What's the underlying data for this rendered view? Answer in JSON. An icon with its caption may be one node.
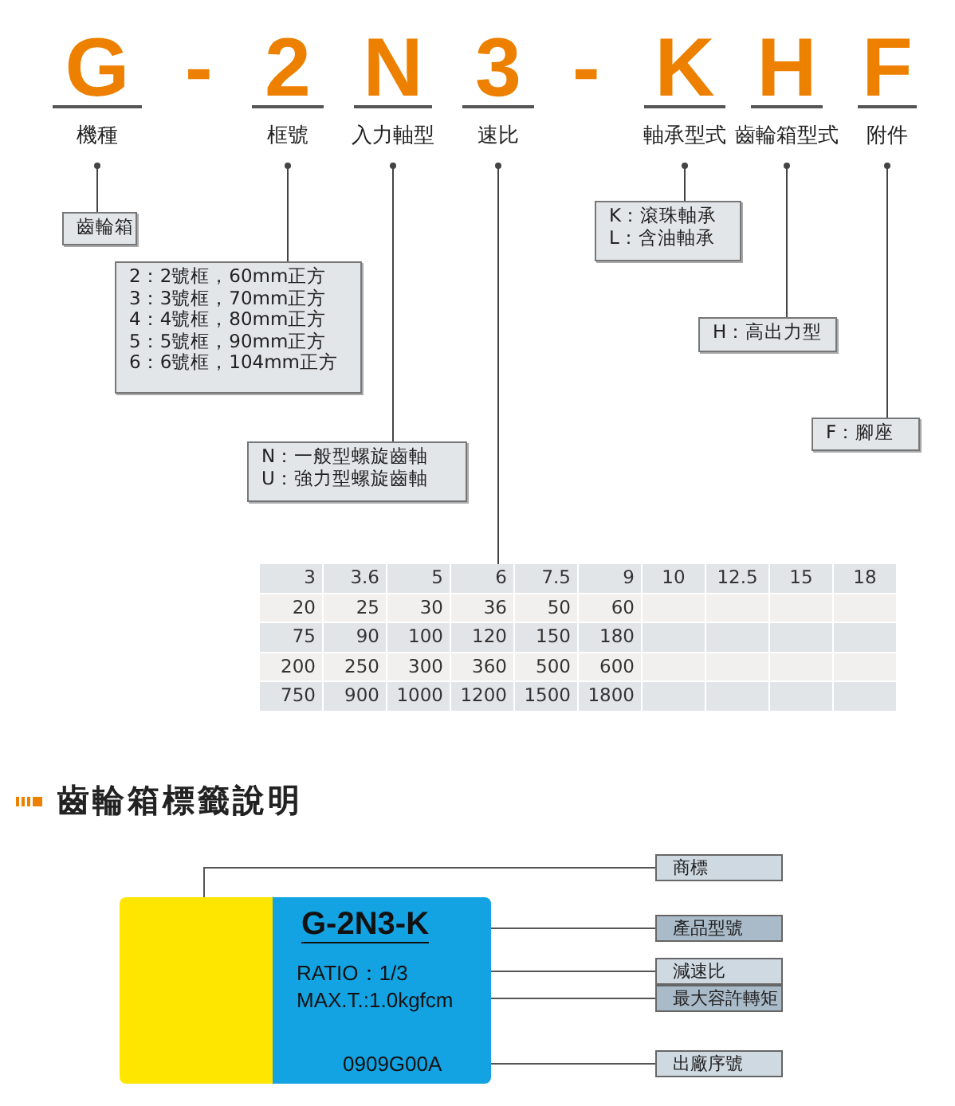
{
  "diagram": {
    "nodes": [
      {
        "text": [
          "G",
          "機種"
        ]
      },
      {
        "text": [
          "2",
          "框號"
        ]
      },
      {
        "text": [
          "N",
          "入力軸型"
        ]
      },
      {
        "text": [
          "3",
          "速比"
        ]
      },
      {
        "text": [
          "K",
          "軸承型式"
        ]
      },
      {
        "text": [
          "H",
          "齒輪箱型式"
        ]
      },
      {
        "text": [
          "F",
          "附件"
        ]
      },
      {
        "text": [
          "齒輪箱"
        ]
      },
      {
        "text": [
          "2：2號框，60mm正方",
          "3：3號框，70mm正方",
          "4：4號框，80mm正方",
          "5：5號框，90mm正方",
          "6：6號框，104mm正方"
        ]
      },
      {
        "text": [
          "N：一般型螺旋齒軸",
          "U：強力型螺旋齒軸"
        ]
      },
      {
        "text": [
          "3",
          "3.6",
          "5",
          "6",
          "7.5",
          "9",
          "10",
          "12.5",
          "15",
          "18",
          "20",
          "25",
          "30",
          "36",
          "50",
          "60",
          "75",
          "90",
          "100",
          "120",
          "150",
          "180",
          "200",
          "250",
          "300",
          "360",
          "500",
          "600",
          "750",
          "900",
          "1000",
          "1200",
          "1500",
          "1800"
        ]
      },
      {
        "text": [
          "K：滾珠軸承",
          "L：含油軸承"
        ]
      },
      {
        "text": [
          "H：高出力型"
        ]
      },
      {
        "text": [
          "F：腳座"
        ]
      },
      {
        "text": [],
        "shape": "box"
      },
      {
        "text": [],
        "shape": "box"
      },
      {
        "text": [
          "G-2N3-K"
        ],
        "in": 15
      },
      {
        "text": [
          "RATIO：1/3"
        ],
        "in": 15
      },
      {
        "text": [
          "MAX.T.:1.0kgfcm"
        ],
        "in": 15
      },
      {
        "text": [
          "0909G00A"
        ],
        "in": 15
      },
      {
        "text": [
          "商標"
        ]
      },
      {
        "text": [
          "產品型號"
        ]
      },
      {
        "text": [
          "減速比"
        ]
      },
      {
        "text": [
          "最大容許轉矩"
        ]
      },
      {
        "text": [
          "出廠序號"
        ]
      }
    ],
    "edges": [
      {
        "from": 0,
        "to": 7,
        "arrow": "other"
      },
      {
        "from": 1,
        "to": 8,
        "arrow": "other"
      },
      {
        "from": 2,
        "to": 9,
        "arrow": "other"
      },
      {
        "from": 3,
        "to": 10,
        "arrow": "other"
      },
      {
        "from": 4,
        "to": 11,
        "arrow": "other"
      },
      {
        "from": 5,
        "to": 12,
        "arrow": "other"
      },
      {
        "from": 6,
        "to": 13,
        "arrow": "other"
      },
      {
        "from": 20,
        "to": 14,
        "arrow": "none"
      },
      {
        "from": 21,
        "to": 16,
        "arrow": "none"
      },
      {
        "from": 22,
        "to": 17,
        "arrow": "none"
      },
      {
        "from": 23,
        "to": 18,
        "arrow": "none"
      },
      {
        "from": 24,
        "to": 19,
        "arrow": "none"
      }
    ],
    "labels": [
      "-",
      "-",
      "齒輪箱標籤說明"
    ]
  }
}
